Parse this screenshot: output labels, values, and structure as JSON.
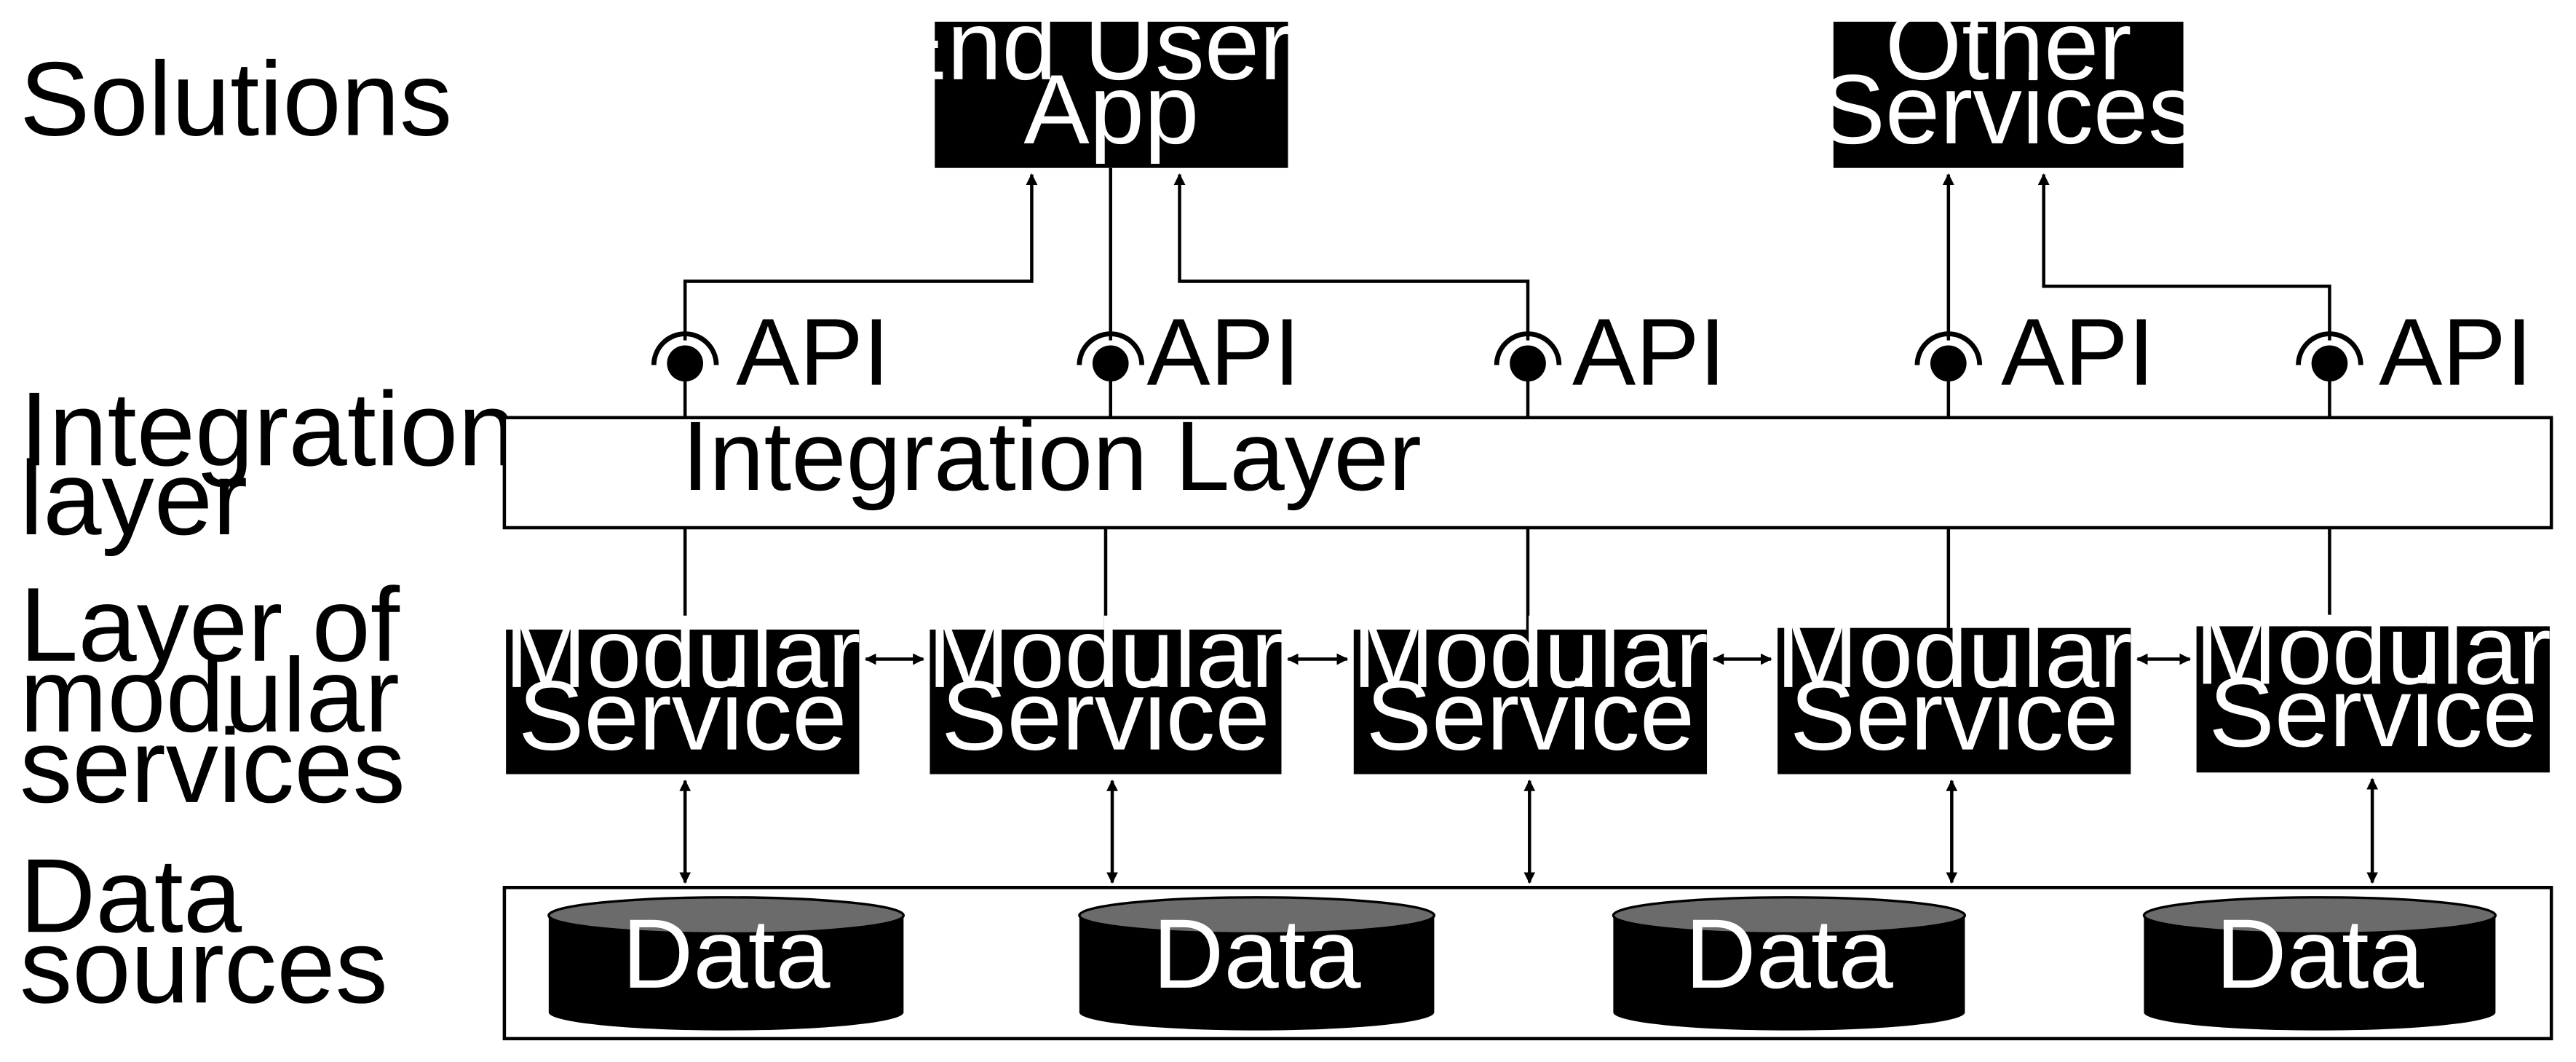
{
  "row_labels": {
    "solutions": "Solutions",
    "integration": [
      "Integration",
      "layer"
    ],
    "modular": [
      "Layer of",
      "modular",
      "services"
    ],
    "data": [
      "Data",
      "sources"
    ]
  },
  "solutions": [
    {
      "lines": [
        "End Users",
        "App"
      ]
    },
    {
      "lines": [
        "Other",
        "Services"
      ]
    }
  ],
  "api_label": "API",
  "integration_layer_label": "Integration Layer",
  "modular_service_lines": [
    "Modular",
    "Service"
  ],
  "data_label": "Data"
}
